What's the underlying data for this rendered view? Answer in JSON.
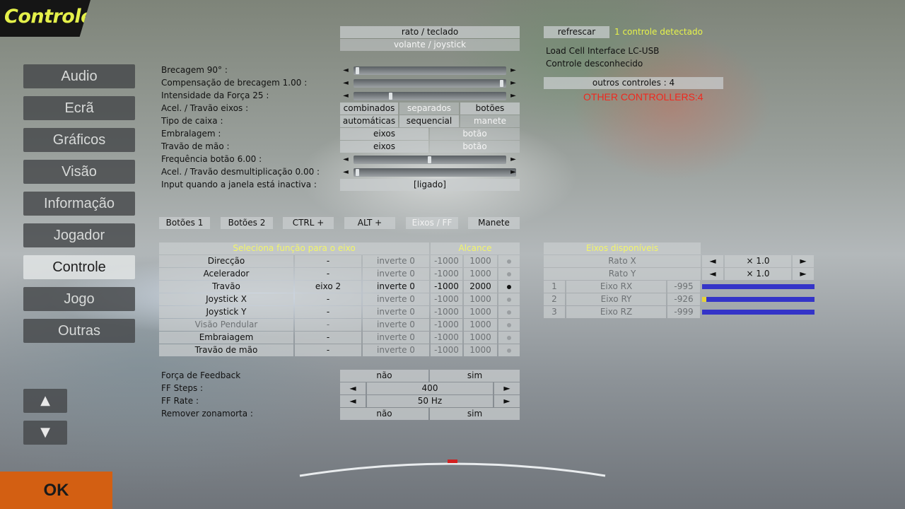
{
  "title": "Controle",
  "nav": [
    "Audio",
    "Ecrã",
    "Gráficos",
    "Visão",
    "Informação",
    "Jogador",
    "Controle",
    "Jogo",
    "Outras"
  ],
  "nav_active": "Controle",
  "scroll_up": "▲",
  "scroll_down": "▼",
  "ok": "OK",
  "input_mode": {
    "mouse_keyboard": "rato / teclado",
    "wheel_joystick": "volante / joystick"
  },
  "refresh": "refrescar",
  "detected": "1 controle detectado",
  "device_name": "Load Cell Interface LC-USB",
  "device_status": "Controle desconhecido",
  "other_controllers": "outros controles : 4",
  "other_controllers_red": "OTHER CONTROLLERS:4",
  "settings": {
    "brake90": "Brecagem 90° :",
    "brake_comp": "Compensação de brecagem 1.00 :",
    "force_intensity": "Intensidade da Força 25 :",
    "accel_brake_axes": "Acel. / Travão eixos :",
    "gearbox": "Tipo de caixa :",
    "clutch": "Embralagem :",
    "handbrake": "Travão de mão :",
    "button_freq": "Frequência botão 6.00 :",
    "accel_reduction": "Acel. / Travão desmultiplicação 0.00 :",
    "inactive_input": "Input quando a janela está inactiva :"
  },
  "options": {
    "accel_axes": [
      "combinados",
      "separados",
      "botões"
    ],
    "gearbox": [
      "automáticas",
      "sequencial",
      "manete"
    ],
    "clutch": [
      "eixos",
      "botão"
    ],
    "handbrake": [
      "eixos",
      "botão"
    ],
    "inactive_value": "[ligado]"
  },
  "slider_arrows": {
    "left": "◄",
    "right": "►"
  },
  "tabs": [
    "Botões 1",
    "Botões 2",
    "CTRL +",
    "ALT +",
    "Eixos / FF",
    "Manete"
  ],
  "axis_table": {
    "header_function": "Seleciona função para o eixo",
    "header_range": "Alcance",
    "invert_label": "inverte 0",
    "rows": [
      {
        "name": "Direcção",
        "axis": "-",
        "min": "-1000",
        "max": "1000"
      },
      {
        "name": "Acelerador",
        "axis": "-",
        "min": "-1000",
        "max": "1000"
      },
      {
        "name": "Travão",
        "axis": "eixo 2",
        "min": "-1000",
        "max": "2000"
      },
      {
        "name": "Joystick X",
        "axis": "-",
        "min": "-1000",
        "max": "1000"
      },
      {
        "name": "Joystick Y",
        "axis": "-",
        "min": "-1000",
        "max": "1000"
      },
      {
        "name": "Visão Pendular",
        "axis": "-",
        "min": "-1000",
        "max": "1000"
      },
      {
        "name": "Embraiagem",
        "axis": "-",
        "min": "-1000",
        "max": "1000"
      },
      {
        "name": "Travão de mão",
        "axis": "-",
        "min": "-1000",
        "max": "1000"
      }
    ]
  },
  "available_axes": {
    "header": "Eixos disponíveis",
    "mouse": [
      {
        "name": "Rato X",
        "scale": "× 1.0"
      },
      {
        "name": "Rato Y",
        "scale": "× 1.0"
      }
    ],
    "axes": [
      {
        "index": "1",
        "name": "Eixo RX",
        "value": "-995",
        "level": 0.0
      },
      {
        "index": "2",
        "name": "Eixo RY",
        "value": "-926",
        "level": 0.04
      },
      {
        "index": "3",
        "name": "Eixo RZ",
        "value": "-999",
        "level": 0.0
      }
    ]
  },
  "ff": {
    "feedback": "Força de Feedback",
    "steps": "FF Steps :",
    "rate": "FF Rate :",
    "deadzone": "Remover zonamorta :",
    "no": "não",
    "yes": "sim",
    "steps_value": "400",
    "rate_value": "50 Hz"
  },
  "colors": {
    "accent": "#e4f04a",
    "ok": "#d35f12",
    "red": "#f0281e",
    "axis_bar": "#3434c8"
  }
}
